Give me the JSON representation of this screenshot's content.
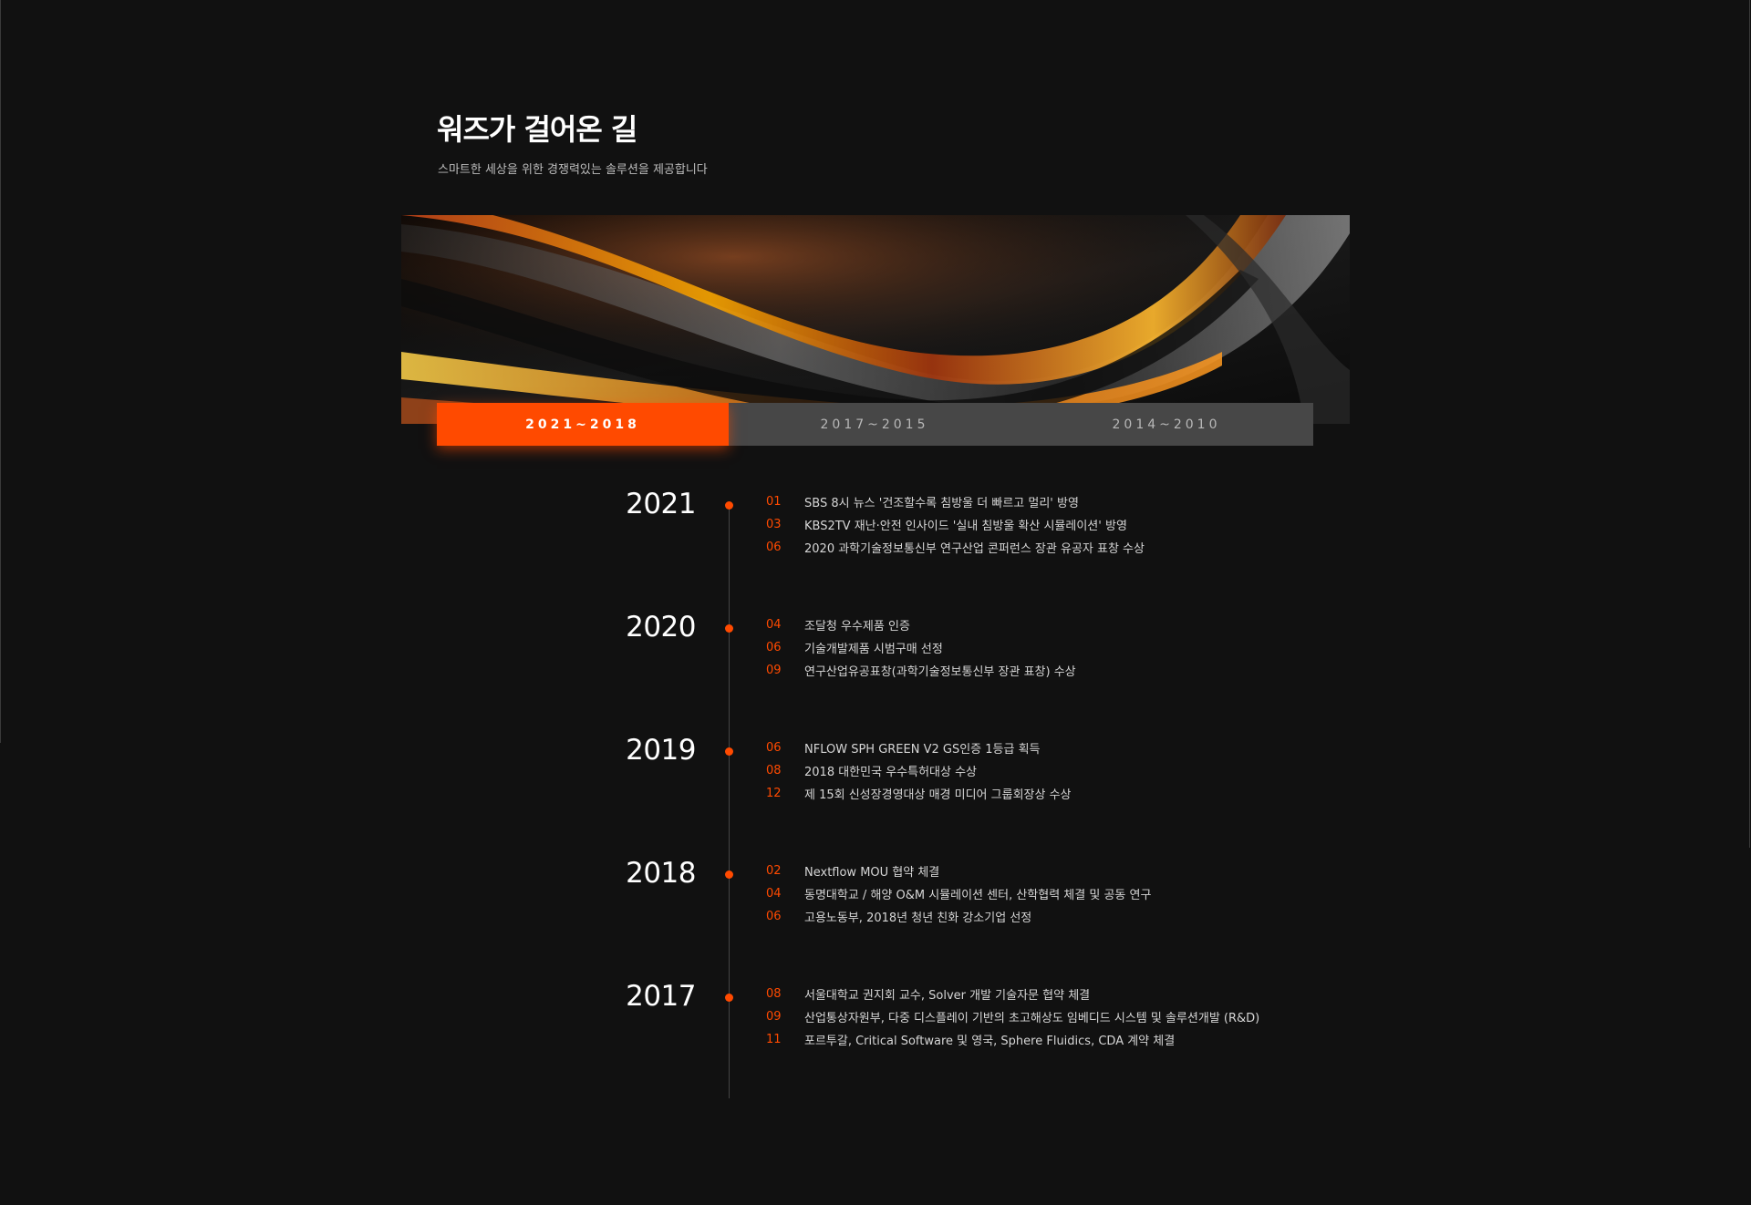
{
  "page": {
    "title": "워즈가 걸어온 길",
    "subtitle": "스마트한 세상을 위한 경쟁력있는 솔루션을 제공합니다"
  },
  "colors": {
    "background": "#111111",
    "accent": "#ff4a00",
    "tab_inactive": "#474747"
  },
  "tabs": [
    {
      "label": "2021~2018",
      "active": true
    },
    {
      "label": "2017~2015",
      "active": false
    },
    {
      "label": "2014~2010",
      "active": false
    }
  ],
  "timeline": [
    {
      "year": "2021",
      "events": [
        {
          "month": "01",
          "text": "SBS 8시 뉴스 '건조할수록 침방울 더 빠르고 멀리' 방영"
        },
        {
          "month": "03",
          "text": "KBS2TV 재난·안전 인사이드 '실내 침방울 확산 시뮬레이션' 방영"
        },
        {
          "month": "06",
          "text": "2020 과학기술정보통신부 연구산업 콘퍼런스 장관 유공자 표창 수상"
        }
      ]
    },
    {
      "year": "2020",
      "events": [
        {
          "month": "04",
          "text": "조달청 우수제품 인증"
        },
        {
          "month": "06",
          "text": "기술개발제품 시범구매 선정"
        },
        {
          "month": "09",
          "text": "연구산업유공표창(과학기술정보통신부 장관 표창) 수상"
        }
      ]
    },
    {
      "year": "2019",
      "events": [
        {
          "month": "06",
          "text": "NFLOW SPH GREEN V2 GS인증 1등급 획득"
        },
        {
          "month": "08",
          "text": "2018 대한민국 우수특허대상 수상"
        },
        {
          "month": "12",
          "text": "제 15회 신성장경영대상 매경 미디어 그룹회장상 수상"
        }
      ]
    },
    {
      "year": "2018",
      "events": [
        {
          "month": "02",
          "text": "Nextflow MOU 협약 체결"
        },
        {
          "month": "04",
          "text": "동명대학교 / 해양 O&M 시뮬레이션 센터, 산학협력 체결 및 공동 연구"
        },
        {
          "month": "06",
          "text": "고용노동부, 2018년 청년 친화 강소기업 선정"
        }
      ]
    },
    {
      "year": "2017",
      "events": [
        {
          "month": "08",
          "text": "서울대학교 권지회 교수, Solver 개발 기술자문 협약 체결"
        },
        {
          "month": "09",
          "text": "산업통상자원부, 다중 디스플레이 기반의 초고해상도 임베디드 시스템 및 솔루션개발 (R&D)"
        },
        {
          "month": "11",
          "text": "포르투갈, Critical Software 및 영국, Sphere Fluidics, CDA 계약 체결"
        }
      ]
    }
  ]
}
